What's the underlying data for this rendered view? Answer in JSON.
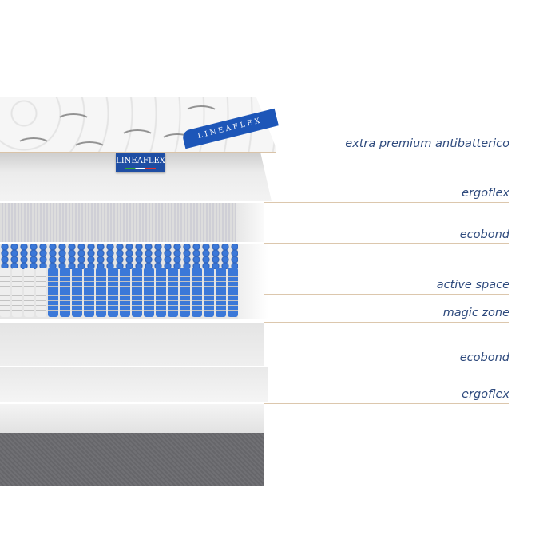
{
  "brand": {
    "name": "LINEAFLEX"
  },
  "layers": [
    {
      "label": "extra premium antibatterico"
    },
    {
      "label": "ergoflex"
    },
    {
      "label": "ecobond"
    },
    {
      "label": "active space"
    },
    {
      "label": "magic zone"
    },
    {
      "label": "ecobond"
    },
    {
      "label": "ergoflex"
    }
  ],
  "colors": {
    "label": "#2e4a7d",
    "rule": "#dcc7ad",
    "spring_blue": "#3b78d8",
    "spring_white": "#eeeeee"
  }
}
